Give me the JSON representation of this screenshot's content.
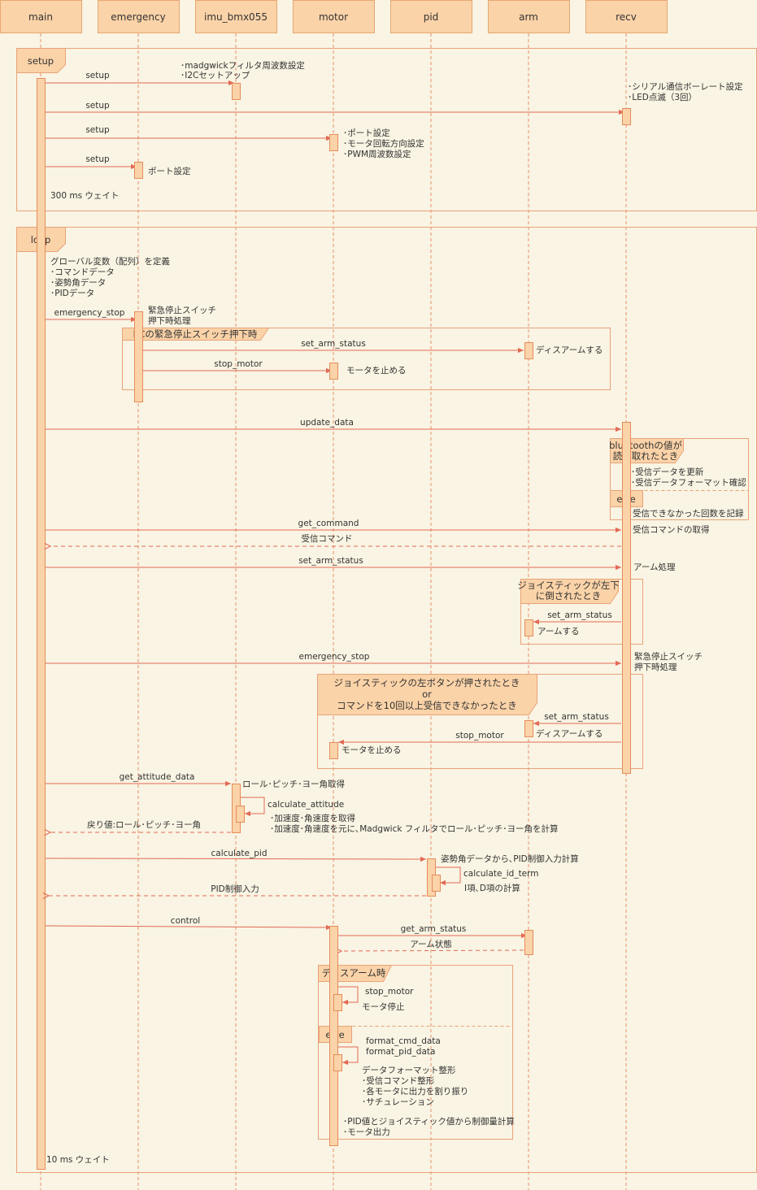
{
  "lanes": [
    "main",
    "emergency",
    "imu_bmx055",
    "motor",
    "pid",
    "arm",
    "recv"
  ],
  "frames": {
    "setup": "setup",
    "loop": "loop",
    "fc_emergency": "FCの緊急停止スイッチ押下時",
    "bluetooth_line1": "bluetoothの値が",
    "bluetooth_line2": "読み取れたとき",
    "else1": "else",
    "joystick_line1": "ジョイスティックが左下",
    "joystick_line2": "に倒されたとき",
    "disarm_cond_line1": "ジョイスティックの左ボタンが押されたとき",
    "disarm_cond_line2": "or",
    "disarm_cond_line3": "コマンドを10回以上受信できなかったとき",
    "disarm_time": "ディスアーム時",
    "else2": "else"
  },
  "messages": {
    "setup_imu": "setup",
    "setup_recv": "setup",
    "setup_motor": "setup",
    "setup_emergency": "setup",
    "emergency_stop_1": "emergency_stop",
    "set_arm_status_1": "set_arm_status",
    "stop_motor_1": "stop_motor",
    "update_data": "update_data",
    "get_command": "get_command",
    "received_command": "受信コマンド",
    "set_arm_status_2": "set_arm_status",
    "set_arm_status_3": "set_arm_status",
    "emergency_stop_2": "emergency_stop",
    "set_arm_status_4": "set_arm_status",
    "stop_motor_2": "stop_motor",
    "get_attitude_data": "get_attitude_data",
    "calculate_attitude": "calculate_attitude",
    "attitude_return": "戻り値:ロール･ピッチ･ヨー角",
    "calculate_pid": "calculate_pid",
    "calculate_id_term": "calculate_id_term",
    "pid_return": "PID制御入力",
    "control": "control",
    "get_arm_status": "get_arm_status",
    "arm_status_return": "アーム状態",
    "stop_motor_3": "stop_motor",
    "format_cmd_data": "format_cmd_data",
    "format_pid_data": "format_pid_data"
  },
  "notes": {
    "imu_setup_1": "･madgwickフィルタ周波数設定",
    "imu_setup_2": "･I2Cセットアップ",
    "recv_setup_1": "･シリアル通信ボーレート設定",
    "recv_setup_2": "･LED点滅（3回）",
    "motor_setup_1": "･ポート設定",
    "motor_setup_2": "･モータ回転方向設定",
    "motor_setup_3": "･PWM周波数設定",
    "emergency_setup": "ポート設定",
    "wait_300": "300 ms ウェイト",
    "globals_1": "グローバル変数（配列）を定義",
    "globals_2": "･コマンドデータ",
    "globals_3": "･姿勢角データ",
    "globals_4": "･PIDデータ",
    "emergency_proc_1_l1": "緊急停止スイッチ",
    "emergency_proc_1_l2": "押下時処理",
    "disarm_1": "ディスアームする",
    "motor_stop_1": "モータを止める",
    "recv_update_1": "･受信データを更新",
    "recv_update_2": "･受信データフォーマット確認",
    "recv_fail": "受信できなかった回数を記録",
    "get_command_note": "受信コマンドの取得",
    "arm_process": "アーム処理",
    "arm_do": "アームする",
    "emergency_proc_2_l1": "緊急停止スイッチ",
    "emergency_proc_2_l2": "押下時処理",
    "disarm_2": "ディスアームする",
    "motor_stop_2": "モータを止める",
    "attitude_get": "ロール･ピッチ･ヨー角取得",
    "attitude_calc_1": "･加速度･角速度を取得",
    "attitude_calc_2": "･加速度･角速度を元に､Madgwick フィルタでロール･ピッチ･ヨー角を計算",
    "pid_calc": "姿勢角データから､PID制御入力計算",
    "id_term_calc": "I項､D項の計算",
    "motor_stop_3": "モータ停止",
    "format_1": "データフォーマット整形",
    "format_2": "･受信コマンド整形",
    "format_3": "･各モータに出力を割り振り",
    "format_4": "･サチュレーション",
    "control_1": "･PID値とジョイスティック値から制御量計算",
    "control_2": "･モータ出力",
    "wait_10": "10 ms ウェイト"
  },
  "colors": {
    "background": "#f9f4e3",
    "lane_fill": "#fbd3a8",
    "accent_line": "#e26a55",
    "frame_line": "#e9a27a"
  }
}
